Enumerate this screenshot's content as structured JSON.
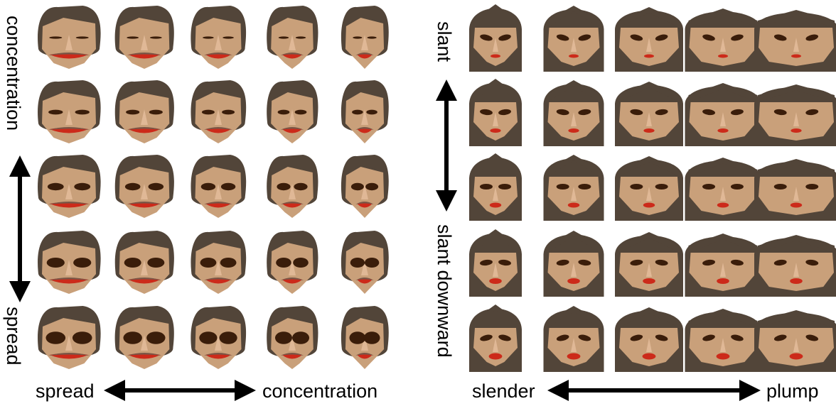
{
  "left_panel": {
    "x_axis": {
      "left_label": "spread",
      "right_label": "concentration"
    },
    "y_axis": {
      "top_label": "concentration",
      "bottom_label": "spread"
    },
    "rows": 5,
    "cols": 5,
    "face_style": "male-moustache"
  },
  "right_panel": {
    "x_axis": {
      "left_label": "slender",
      "right_label": "plump"
    },
    "y_axis": {
      "top_label": "slant",
      "bottom_label": "slant downward"
    },
    "rows": 5,
    "cols": 5,
    "face_style": "female-long-hair"
  },
  "colors": {
    "skin": "#c9a07a",
    "hair": "#524539",
    "eye": "#3a1d0a",
    "lip": "#cc2a1a",
    "moustache": "#7a5646",
    "nose": "#e0b896",
    "arrow": "#000000"
  }
}
